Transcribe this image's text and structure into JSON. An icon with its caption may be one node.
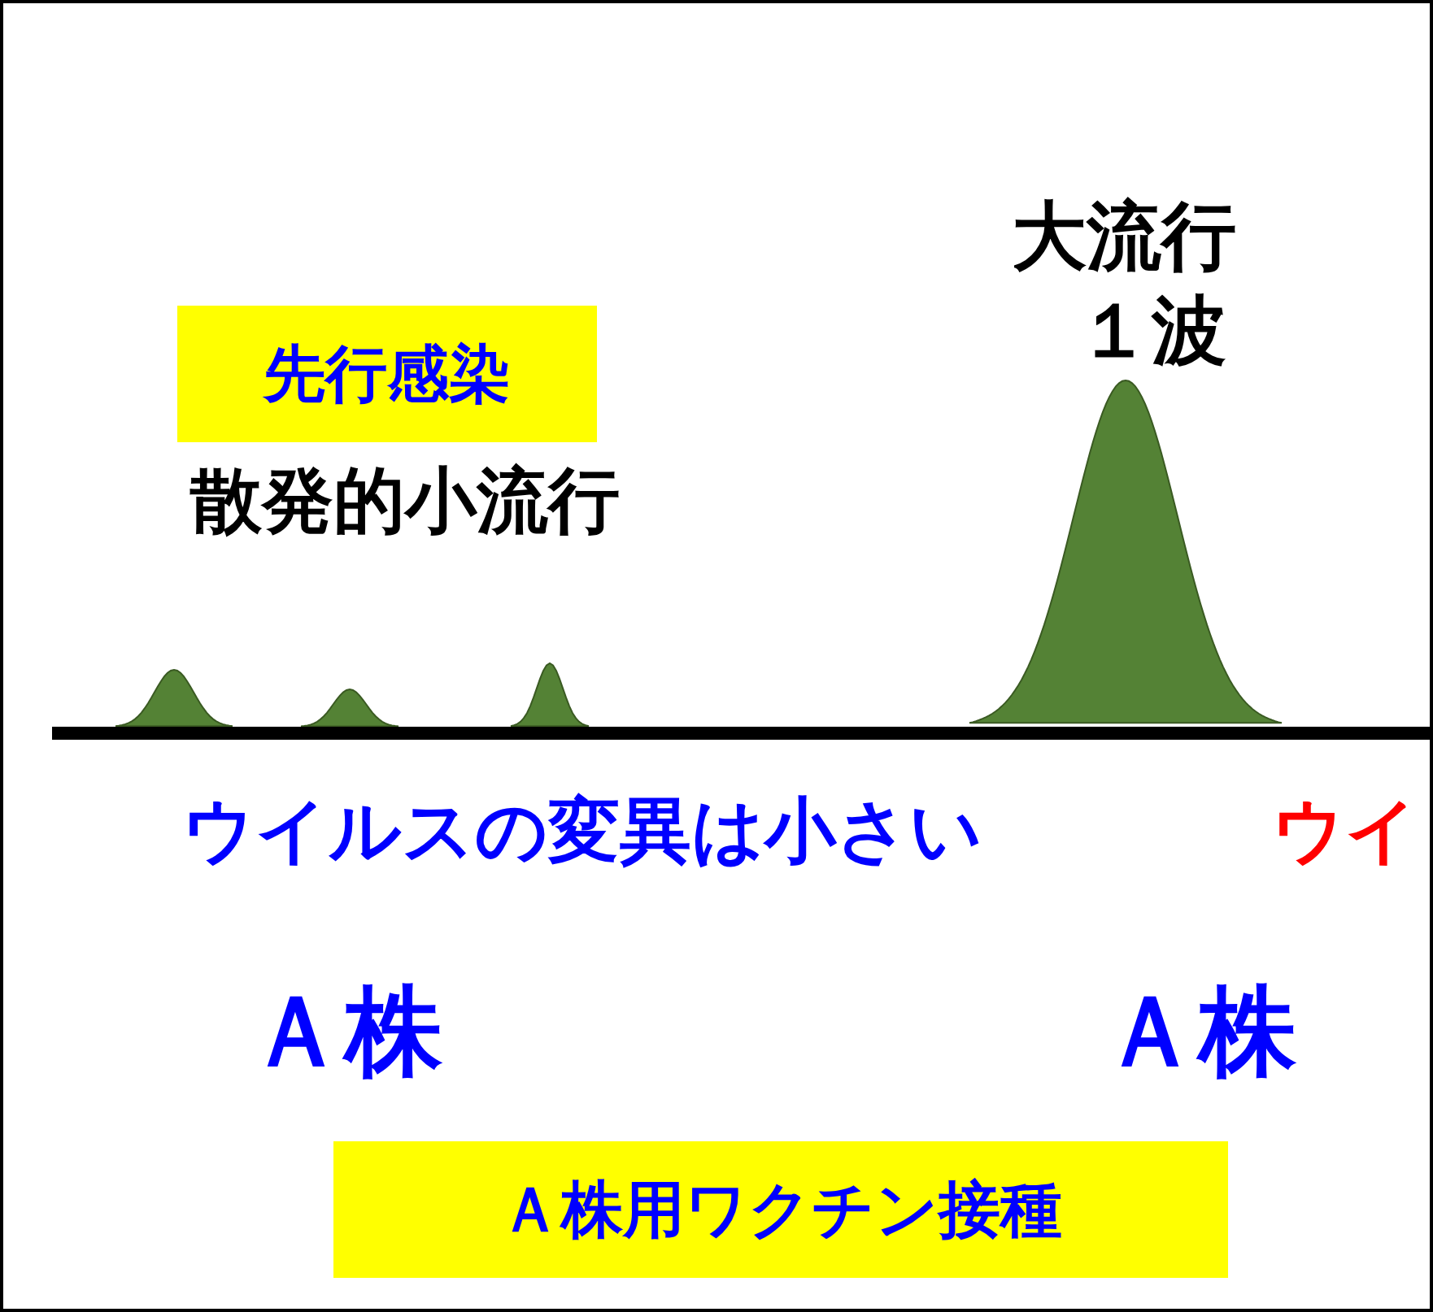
{
  "diagram": {
    "nodes": [
      {
        "text": [
          "先行感染"
        ]
      },
      {
        "text": [
          "Ａ株用ワクチン接種"
        ]
      }
    ],
    "labels": [
      "大流行",
      "１波",
      "散発的小流行",
      "ウイルスの変異は小さい",
      "ウイ",
      "Ａ株",
      "Ａ株"
    ]
  }
}
